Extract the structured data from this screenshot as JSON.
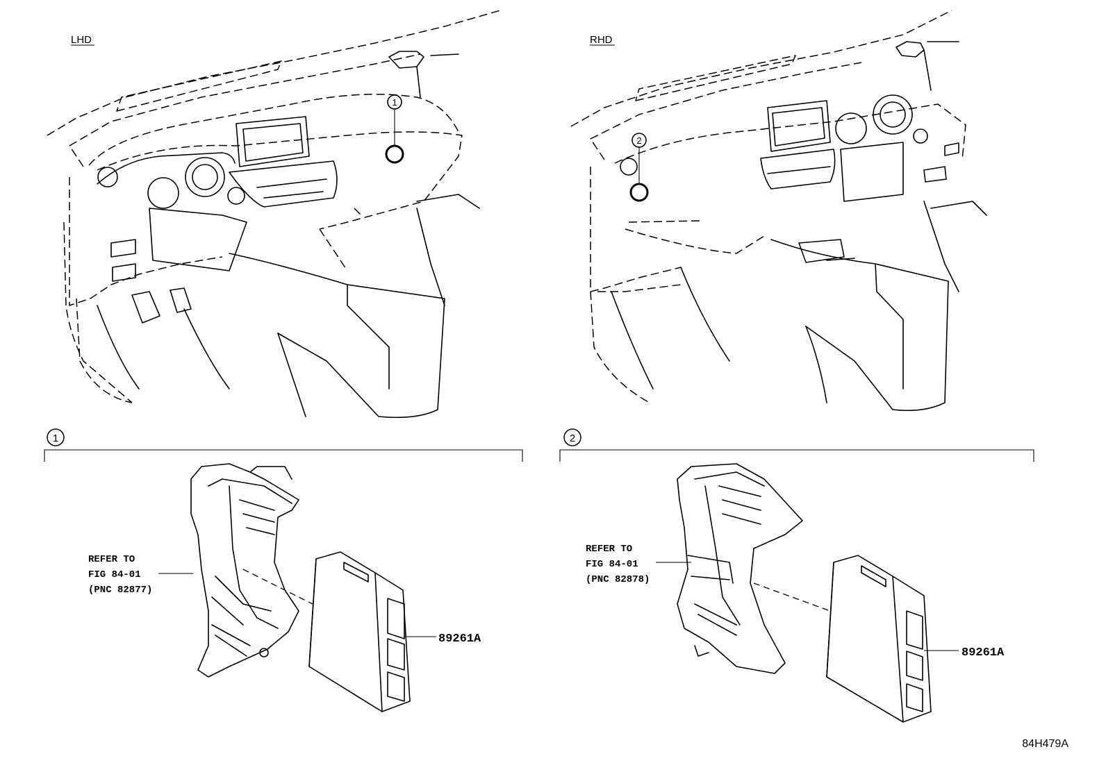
{
  "views": {
    "left_label": "LHD",
    "right_label": "RHD"
  },
  "markers": {
    "one": "1",
    "two": "2"
  },
  "callouts": {
    "left": {
      "refer_line1": "REFER TO",
      "refer_line2": "FIG 84-01",
      "refer_line3": "(PNC 82877)",
      "part_number": "89261A"
    },
    "right": {
      "refer_line1": "REFER TO",
      "refer_line2": "FIG 84-01",
      "refer_line3": "(PNC 82878)",
      "part_number": "89261A"
    }
  },
  "drawing_id": "84H479A"
}
